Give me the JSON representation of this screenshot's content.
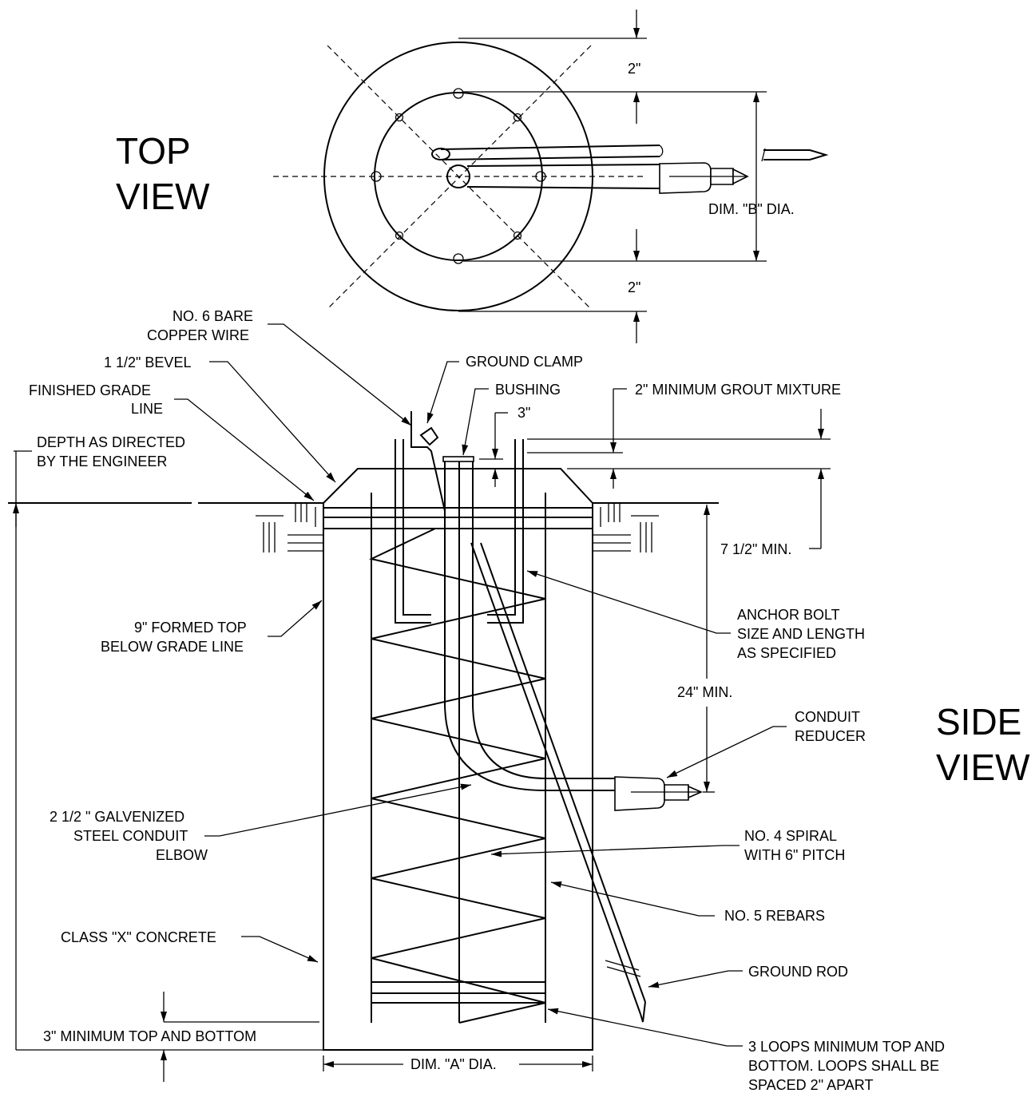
{
  "views": {
    "top_title": [
      "TOP",
      "VIEW"
    ],
    "side_title": [
      "SIDE",
      "VIEW"
    ]
  },
  "top_view": {
    "dim_top": "2\"",
    "dim_bottom": "2\"",
    "dim_b": "DIM. \"B\" DIA."
  },
  "labels": {
    "bare_copper": [
      "NO. 6 BARE",
      "COPPER WIRE"
    ],
    "bevel": "1 1/2\" BEVEL",
    "finished_grade": [
      "FINISHED GRADE",
      "LINE"
    ],
    "depth": [
      "DEPTH AS DIRECTED",
      "BY THE ENGINEER"
    ],
    "ground_clamp": "GROUND CLAMP",
    "bushing": "BUSHING",
    "grout": "2\" MINIMUM GROUT MIXTURE",
    "three_in": "3\"",
    "seven_half": "7 1/2\" MIN.",
    "formed_top": [
      "9\" FORMED TOP",
      "BELOW GRADE LINE"
    ],
    "anchor_bolt": [
      "ANCHOR BOLT",
      "SIZE AND LENGTH",
      "AS SPECIFIED"
    ],
    "twentyfour": "24\" MIN.",
    "conduit_reducer": [
      "CONDUIT",
      "REDUCER"
    ],
    "galvanized": [
      "2 1/2 \" GALVENIZED",
      "STEEL CONDUIT",
      "ELBOW"
    ],
    "spiral": [
      "NO. 4 SPIRAL",
      "WITH 6\" PITCH"
    ],
    "rebars": "NO. 5 REBARS",
    "class_x": "CLASS \"X\" CONCRETE",
    "ground_rod": "GROUND ROD",
    "three_min": "3\" MINIMUM TOP AND BOTTOM",
    "dim_a": "DIM. \"A\" DIA.",
    "loops": [
      "3 LOOPS MINIMUM TOP AND",
      "BOTTOM.  LOOPS SHALL BE",
      "SPACED 2\" APART"
    ]
  }
}
